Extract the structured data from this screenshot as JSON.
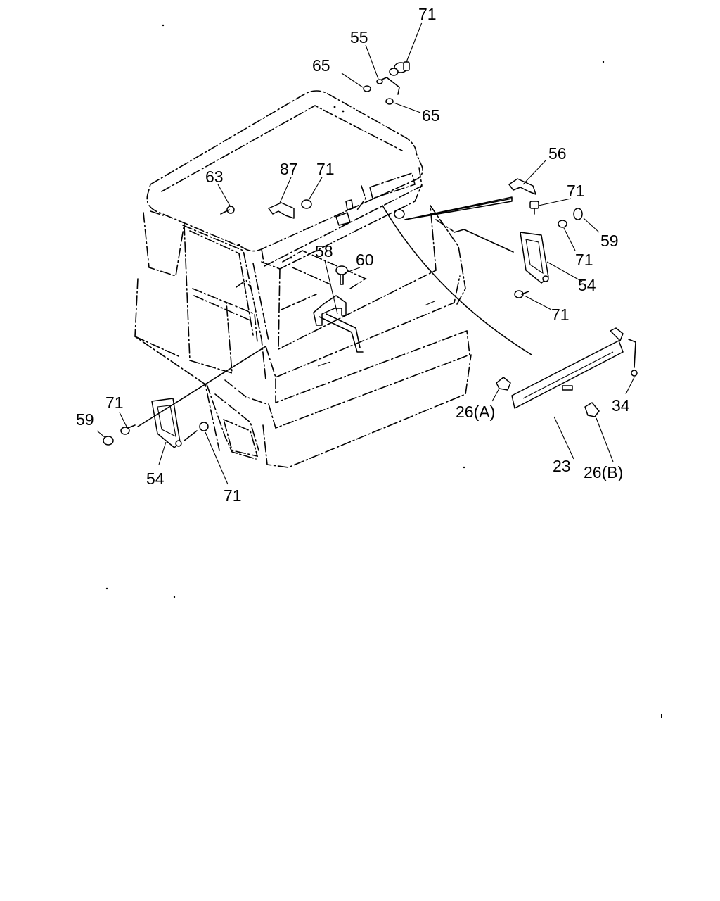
{
  "callouts": {
    "c71_top": "71",
    "c55": "55",
    "c65_left": "65",
    "c65_right": "65",
    "c56": "56",
    "c71_right_upper": "71",
    "c59_right": "59",
    "c87": "87",
    "c71_mid": "71",
    "c63": "63",
    "c71_right_mid": "71",
    "c54_right": "54",
    "c58": "58",
    "c60": "60",
    "c71_right_lower": "71",
    "c34": "34",
    "c26a": "26(A)",
    "c71_left": "71",
    "c59_left": "59",
    "c23": "23",
    "c26b": "26(B)",
    "c54_left": "54",
    "c71_bottom": "71"
  }
}
